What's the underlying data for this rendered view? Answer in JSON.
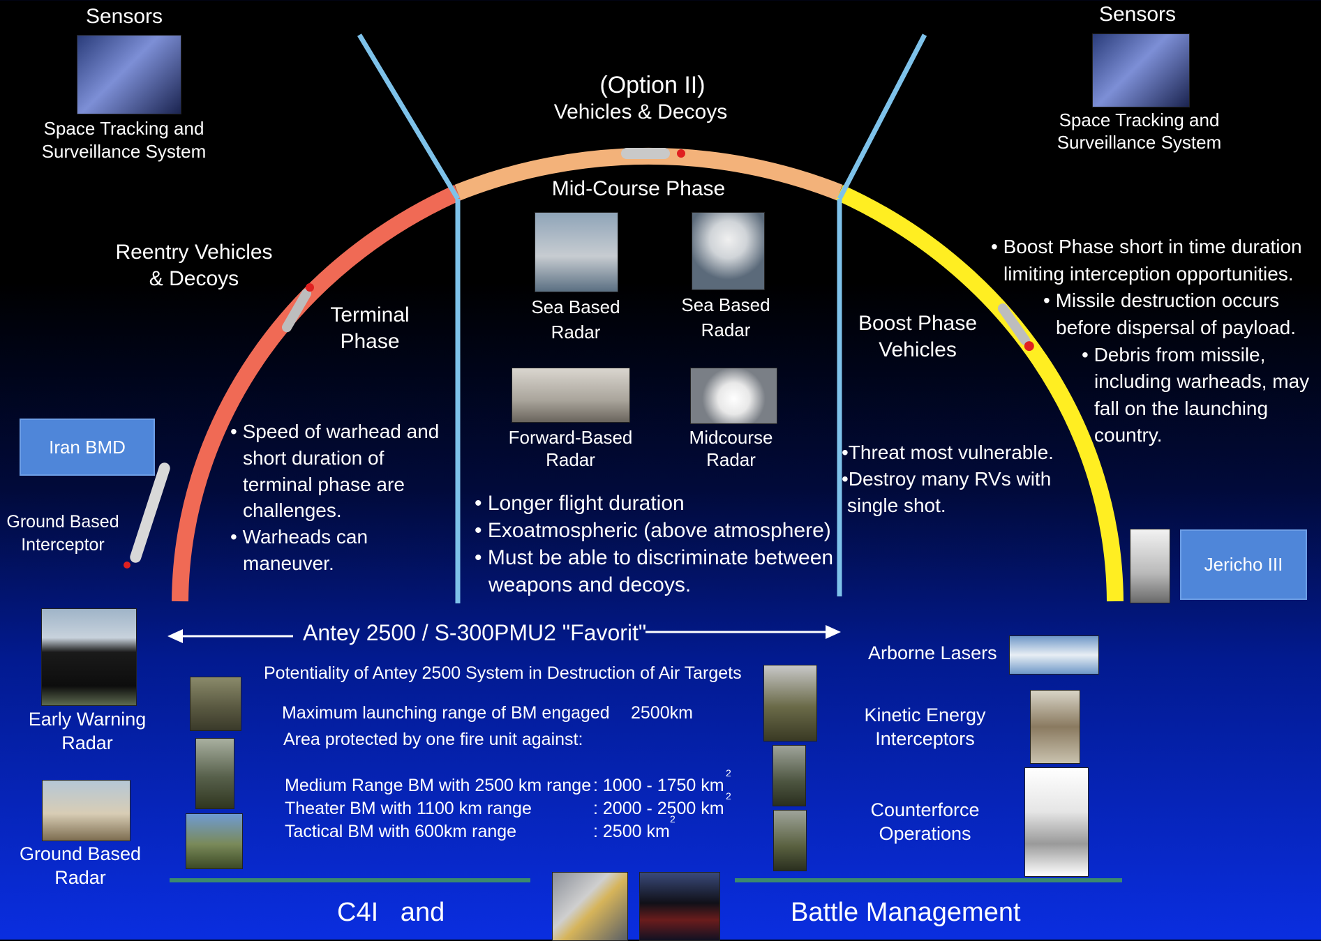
{
  "sensors_left": {
    "heading": "Sensors",
    "caption_l1": "Space Tracking and",
    "caption_l2": "Surveillance System"
  },
  "sensors_right": {
    "heading": "Sensors",
    "caption_l1": "Space Tracking and",
    "caption_l2": "Surveillance System"
  },
  "top": {
    "option": "(Option II)",
    "vehicles": "Vehicles & Decoys",
    "midcourse_phase": "Mid-Course Phase"
  },
  "terminal": {
    "reentry_l1": "Reentry Vehicles",
    "reentry_l2": "& Decoys",
    "phase_l1": "Terminal",
    "phase_l2": "Phase",
    "bullets": [
      "• Speed of warhead and",
      "  short duration of",
      "  terminal phase are",
      "  challenges.",
      "• Warheads can",
      "  maneuver."
    ]
  },
  "radars": {
    "sea1_l1": "Sea Based",
    "sea1_l2": "Radar",
    "sea2_l1": "Sea Based",
    "sea2_l2": "Radar",
    "forward_l1": "Forward-Based",
    "forward_l2": "Radar",
    "midcourse_l1": "Midcourse",
    "midcourse_l2": "Radar"
  },
  "midcourse_bullets": [
    "• Longer flight duration",
    "• Exoatmospheric (above atmosphere)",
    "• Must be able to discriminate between",
    "  weapons and decoys."
  ],
  "boost": {
    "vehicles_l1": "Boost Phase",
    "vehicles_l2": "Vehicles",
    "bullets_mid": [
      "•Threat most vulnerable.",
      "•Destroy many RVs with",
      "  single shot."
    ],
    "bullets_right": [
      "• Boost Phase short in time duration",
      "  limiting interception opportunities.",
      "• Missile destruction occurs",
      "  before dispersal of payload.",
      "• Debris from missile,",
      "  including warheads, may",
      "  fall on the launching",
      "  country."
    ]
  },
  "labels": {
    "iran_bmd": "Iran BMD",
    "jericho": "Jericho III",
    "gbi_l1": "Ground Based",
    "gbi_l2": "Interceptor",
    "ewr_l1": "Early Warning",
    "ewr_l2": "Radar",
    "gbr_l1": "Ground Based",
    "gbr_l2": "Radar",
    "airborne_lasers": "Arborne Lasers",
    "kinetic_l1": "Kinetic Energy",
    "kinetic_l2": "Interceptors",
    "counterforce_l1": "Counterforce",
    "counterforce_l2": "Operations"
  },
  "antey": {
    "arrow_label": "Antey 2500 / S-300PMU2 \"Favorit\"",
    "subtitle": "Potentiality of Antey 2500 System in Destruction of Air Targets",
    "max_range_label": "Maximum launching range of BM engaged",
    "max_range_value": "2500km",
    "area_label": "Area protected by one fire unit against:",
    "rows": [
      {
        "label": "Medium Range BM with 2500 km range",
        "value": ": 1000 - 1750 km"
      },
      {
        "label": "Theater BM with 1100 km range",
        "value": ": 2000 - 2500 km"
      },
      {
        "label": "Tactical BM with 600km range",
        "value": ": 2500 km"
      }
    ],
    "superscript": "2"
  },
  "bottom": {
    "c4i": "C4I   and",
    "battle": "Battle Management"
  },
  "colors": {
    "terminal_arc": "#f06a55",
    "midcourse_arc": "#f3b27a",
    "boost_arc": "#ffee22",
    "divider": "#7ec2ea",
    "bottom_line": "#3b8a6e"
  }
}
